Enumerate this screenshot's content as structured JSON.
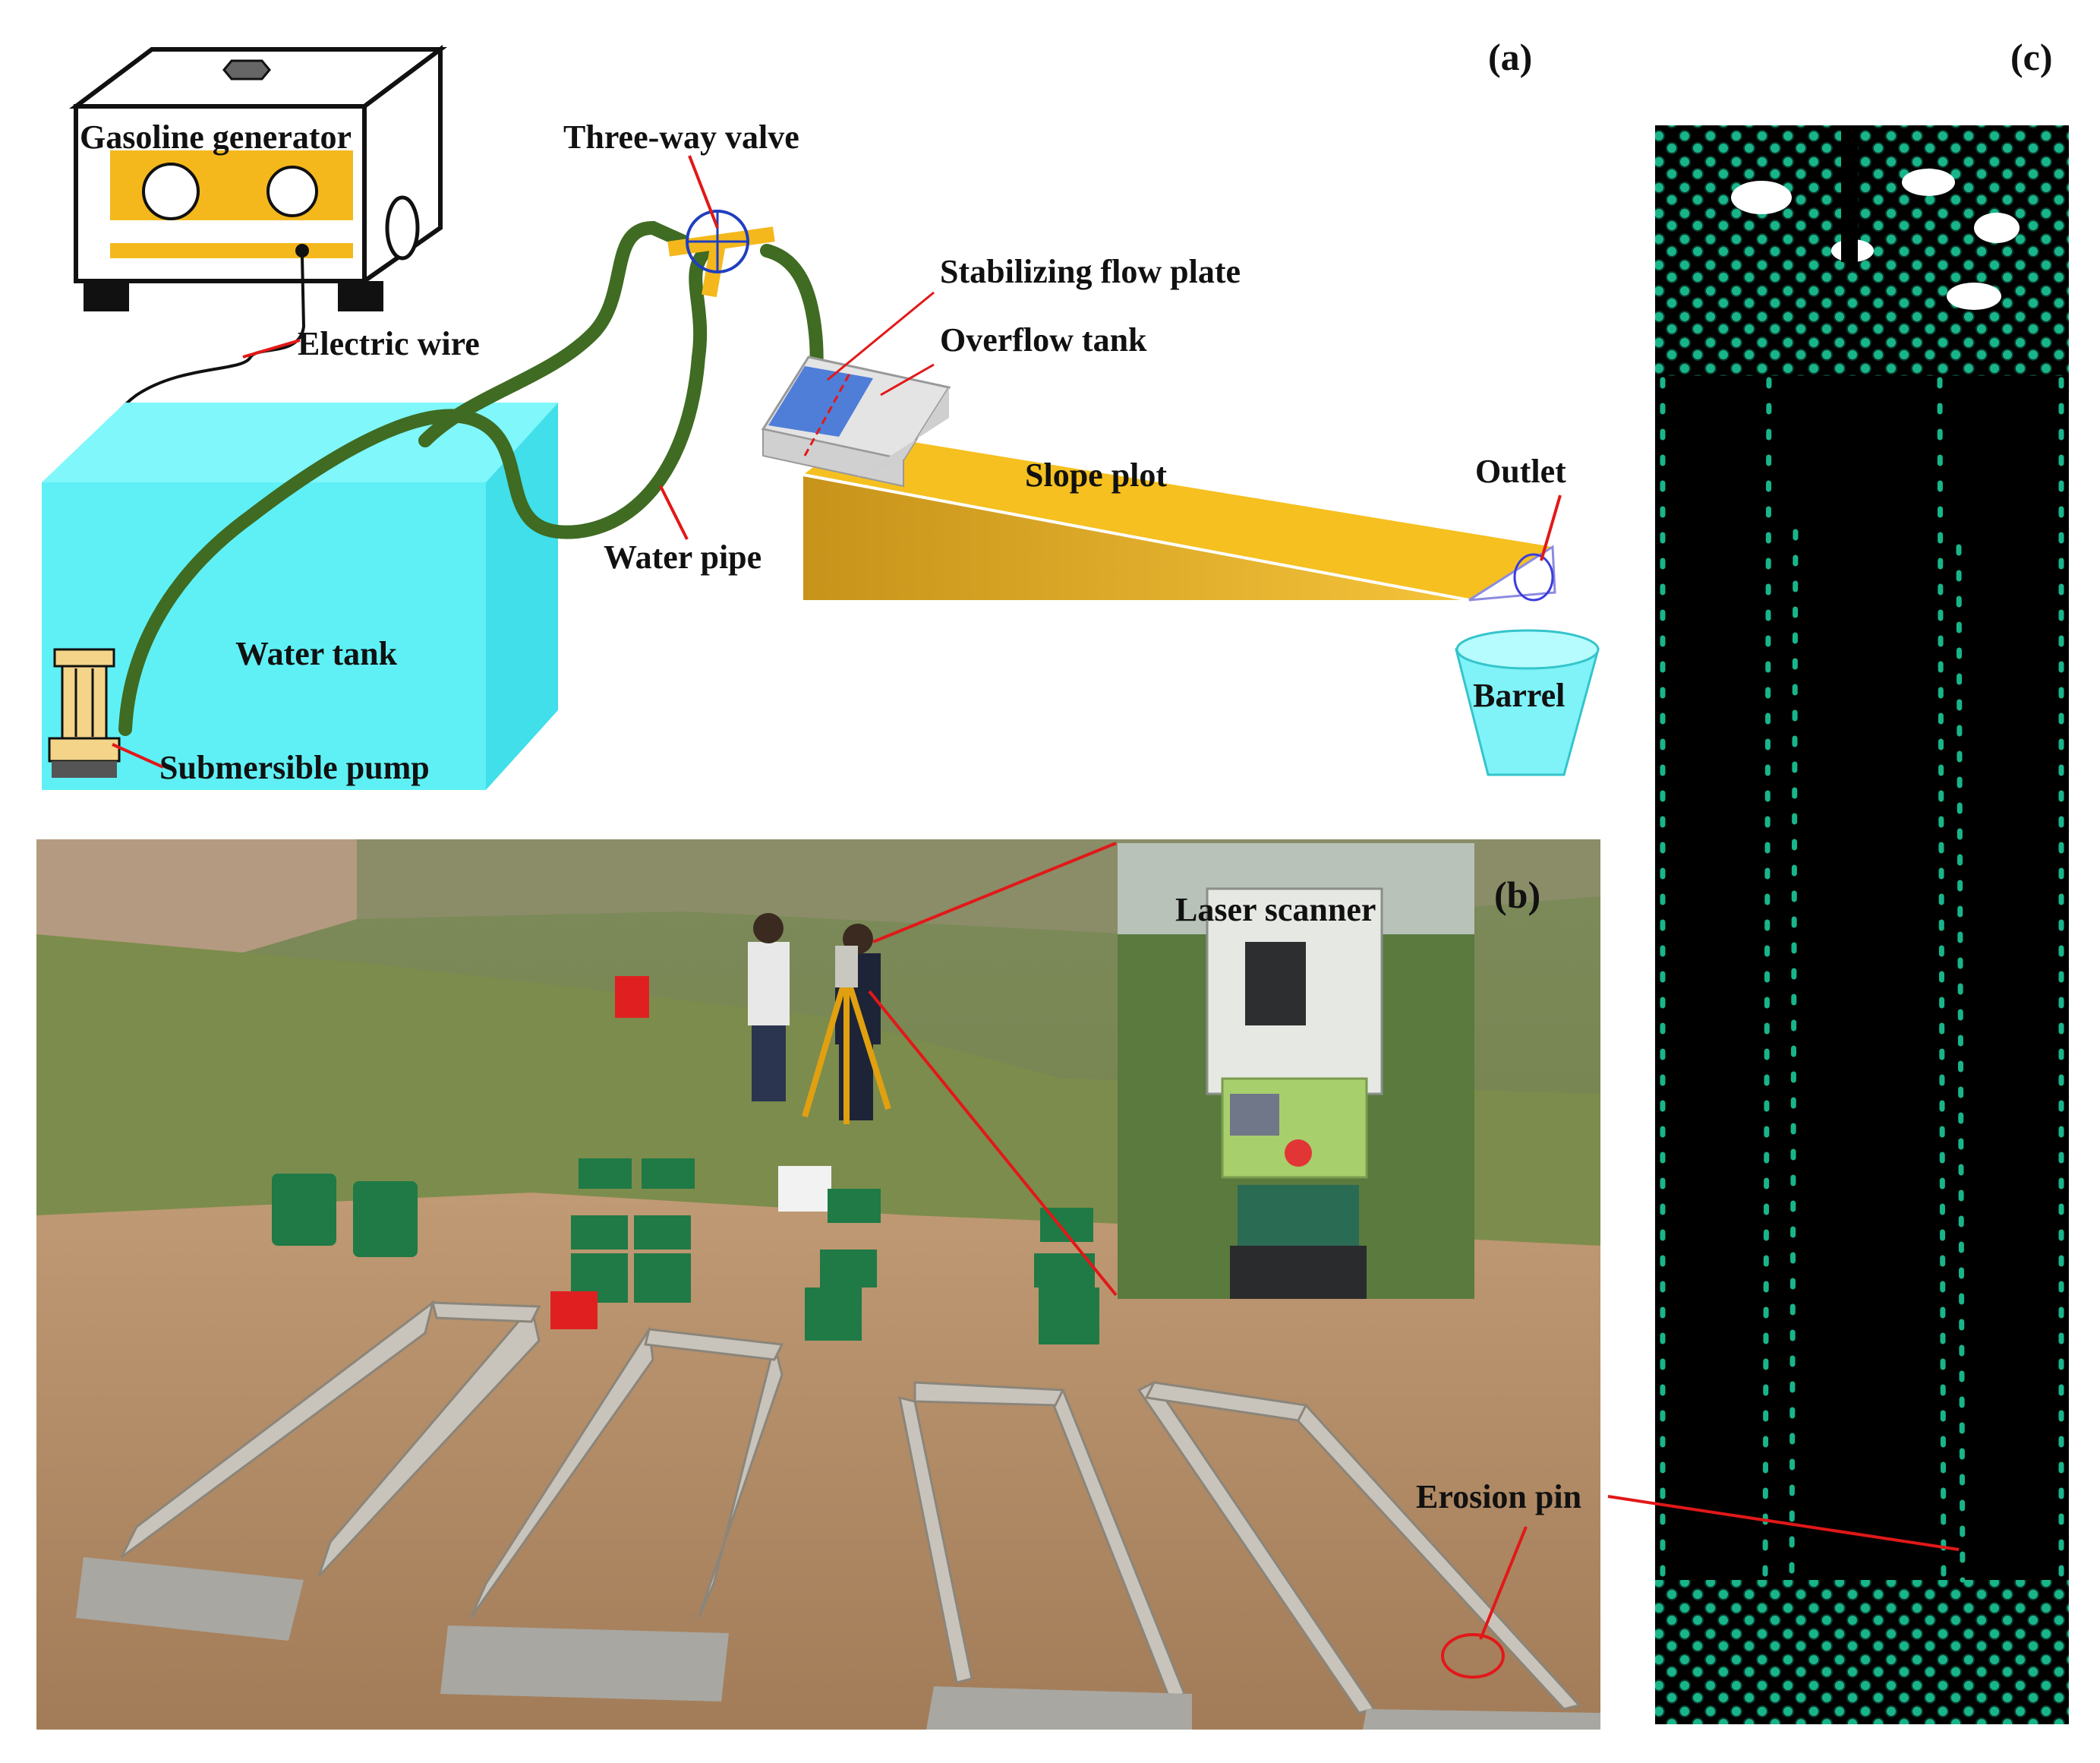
{
  "panel_a": {
    "tag": "(a)",
    "labels": {
      "generator": "Gasoline generator",
      "electric_wire": "Electric wire",
      "water_tank": "Water tank",
      "pump": "Submersible pump",
      "valve": "Three-way valve",
      "pipe": "Water pipe",
      "plate": "Stabilizing flow plate",
      "overflow": "Overflow tank",
      "slope": "Slope plot",
      "outlet": "Outlet",
      "barrel": "Barrel"
    }
  },
  "panel_b": {
    "tag": "(b)",
    "labels": {
      "scanner": "Laser scanner",
      "pin": "Erosion pin"
    }
  },
  "panel_c": {
    "tag": "(c)"
  },
  "colors": {
    "tank": "#5ff0f5",
    "pipe": "#3f6b22",
    "slope": "#f2b81e",
    "soil": "#b08a67",
    "point_cloud": "#19b58a",
    "annotation": "#e21818"
  }
}
